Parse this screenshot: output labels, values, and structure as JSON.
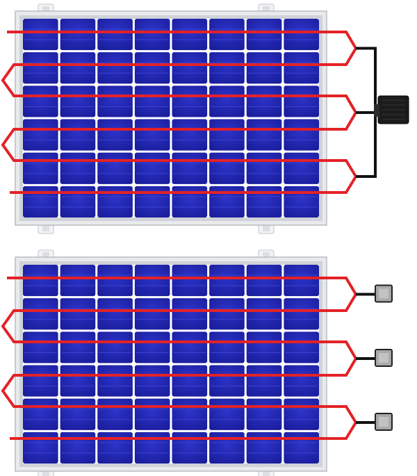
{
  "diagram": {
    "panels": [
      {
        "id": "top",
        "description_name": "solar-panel-single-junction-box",
        "cell_columns": 8,
        "cell_rows": 6,
        "strings": 3,
        "junction_boxes": 1
      },
      {
        "id": "bottom",
        "description_name": "solar-panel-split-junction-boxes",
        "cell_columns": 8,
        "cell_rows": 6,
        "strings": 3,
        "junction_boxes": 3
      }
    ],
    "colors": {
      "cell": "#1b1fa6",
      "cell_light": "#2a30c4",
      "frame": "#e9eaec",
      "frame_edge": "#b9bcc2",
      "string_wire": "#e32227",
      "cable": "#111111",
      "junction_box_single": "#1c1c1c",
      "junction_box_split": "#a9a9a9",
      "background": "#ffffff"
    }
  }
}
